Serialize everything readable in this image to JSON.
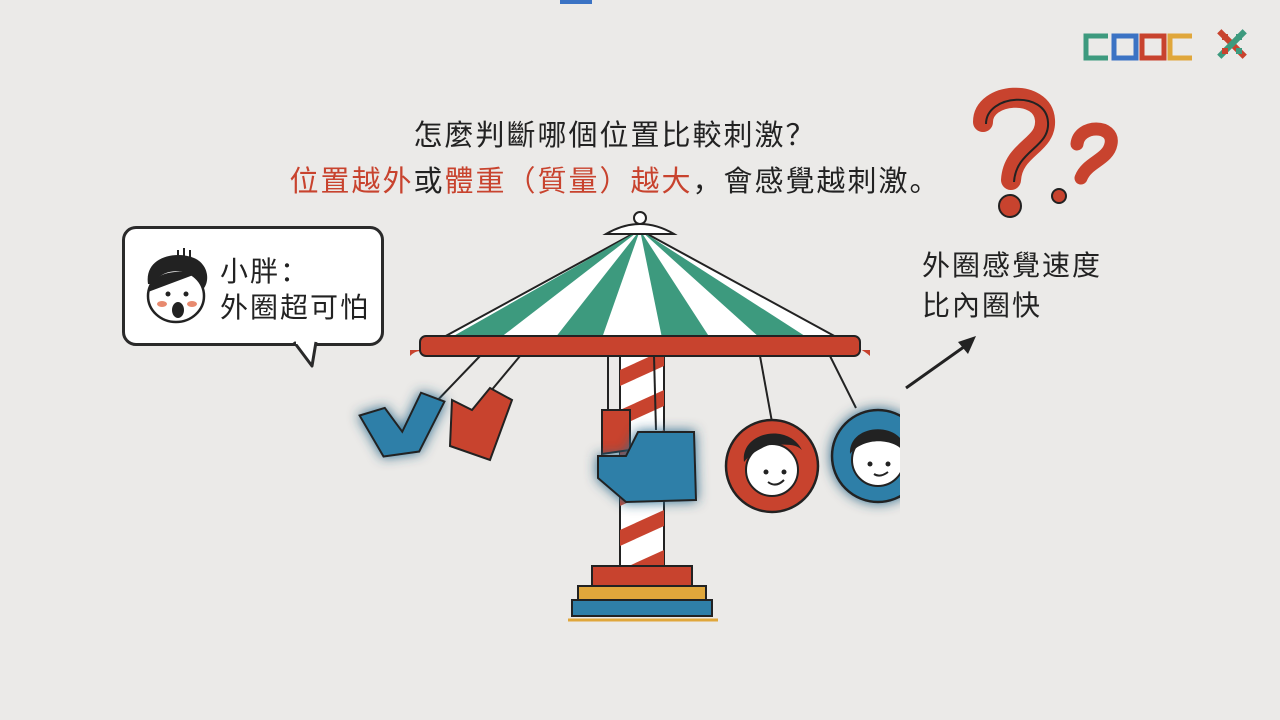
{
  "heading": {
    "question": "怎麼判斷哪個位置比較刺激？",
    "answer_parts": [
      "位置越外",
      "或",
      "體重（質量）越大",
      "，會感覺越刺激。"
    ]
  },
  "speech": {
    "speaker": "小胖：",
    "line": "外圈超可怕"
  },
  "note": {
    "line1": "外圈感覺速度",
    "line2": "比內圈快"
  },
  "logos": {
    "left": "cooc-logo",
    "right": "cross-logo"
  },
  "colors": {
    "red": "#c8432e",
    "teal": "#3d9a7e",
    "blue": "#2f7fa8",
    "glow": "#3fe0f0",
    "gold": "#e0a73b"
  }
}
